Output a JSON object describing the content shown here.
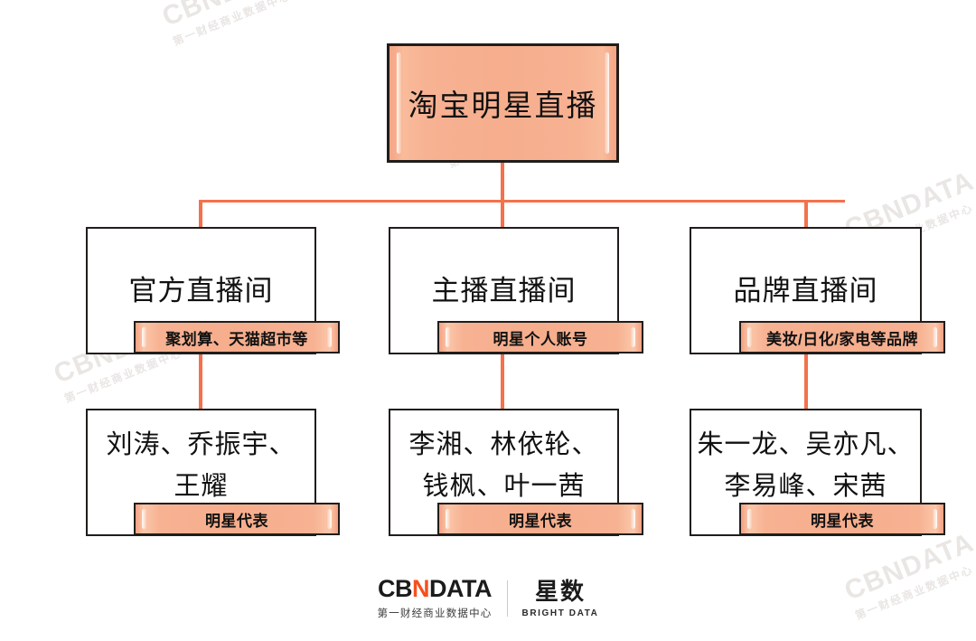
{
  "diagram": {
    "root": {
      "label": "淘宝明星直播"
    },
    "branches": [
      {
        "title": "官方直播间",
        "badge": "聚划算、天猫超市等",
        "members": "刘涛、乔振宇、王耀",
        "members_lines": [
          "刘涛、乔振宇、",
          "王耀"
        ],
        "members_badge": "明星代表"
      },
      {
        "title": "主播直播间",
        "badge": "明星个人账号",
        "members": "李湘、林依轮、钱枫、叶一茜",
        "members_lines": [
          "李湘、林依轮、",
          "钱枫、叶一茜"
        ],
        "members_badge": "明星代表"
      },
      {
        "title": "品牌直播间",
        "badge": "美妆/日化/家电等品牌",
        "members": "朱一龙、吴亦凡、李易峰、宋茜",
        "members_lines": [
          "朱一龙、吴亦凡、",
          "李易峰、宋茜"
        ],
        "members_badge": "明星代表"
      }
    ]
  },
  "footer": {
    "brand_prefix": "CB",
    "brand_accent": "N",
    "brand_suffix": "DATA",
    "brand_sub": "第一财经商业数据中心",
    "partner_cn": "星数",
    "partner_en": "BRIGHT DATA"
  },
  "watermark": {
    "main": "CBNDATA",
    "sub": "第一财经商业数据中心"
  },
  "colors": {
    "connector": "#f4714c",
    "node_fill": "#f6ae8d",
    "node_border": "#201d1b",
    "accent": "#f4511e",
    "background": "#ffffff"
  }
}
